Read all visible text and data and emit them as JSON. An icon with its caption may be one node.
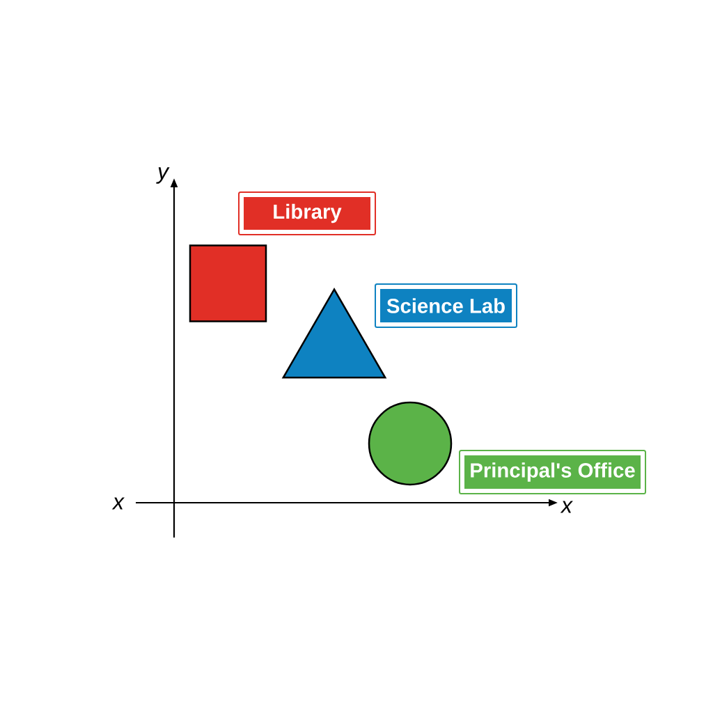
{
  "diagram": {
    "nodes": [
      {
        "text": [
          "Library"
        ]
      },
      {
        "text": [],
        "shape": "box"
      },
      {
        "text": [
          "Science Lab"
        ]
      },
      {
        "text": [],
        "shape": "triangle"
      },
      {
        "text": [],
        "shape": "circle"
      },
      {
        "text": [
          "Principal's Office"
        ]
      }
    ],
    "labels": [
      "y",
      "x",
      "x"
    ]
  }
}
